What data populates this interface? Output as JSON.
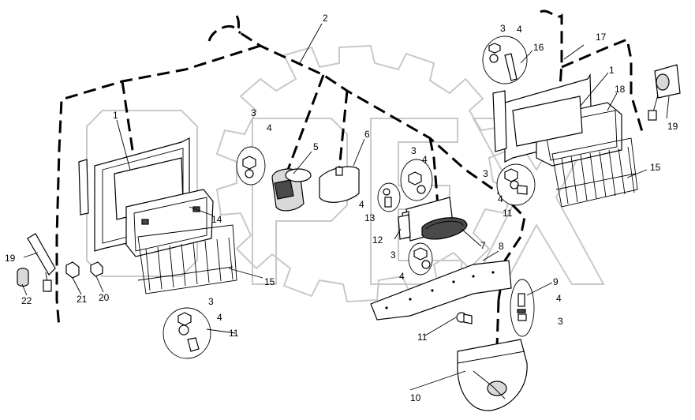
{
  "diagram": {
    "type": "exploded-parts-diagram",
    "watermark_text": "OPEX",
    "callouts": [
      {
        "id": "c1a",
        "label": "1"
      },
      {
        "id": "c1b",
        "label": "1"
      },
      {
        "id": "c2",
        "label": "2"
      },
      {
        "id": "c3a",
        "label": "3"
      },
      {
        "id": "c3b",
        "label": "3"
      },
      {
        "id": "c3c",
        "label": "3"
      },
      {
        "id": "c3d",
        "label": "3"
      },
      {
        "id": "c3e",
        "label": "3"
      },
      {
        "id": "c3f",
        "label": "3"
      },
      {
        "id": "c3g",
        "label": "3"
      },
      {
        "id": "c4a",
        "label": "4"
      },
      {
        "id": "c4b",
        "label": "4"
      },
      {
        "id": "c4c",
        "label": "4"
      },
      {
        "id": "c4d",
        "label": "4"
      },
      {
        "id": "c4e",
        "label": "4"
      },
      {
        "id": "c4f",
        "label": "4"
      },
      {
        "id": "c4g",
        "label": "4"
      },
      {
        "id": "c4h",
        "label": "4"
      },
      {
        "id": "c5",
        "label": "5"
      },
      {
        "id": "c6",
        "label": "6"
      },
      {
        "id": "c7",
        "label": "7"
      },
      {
        "id": "c8",
        "label": "8"
      },
      {
        "id": "c9",
        "label": "9"
      },
      {
        "id": "c10",
        "label": "10"
      },
      {
        "id": "c11a",
        "label": "11"
      },
      {
        "id": "c11b",
        "label": "11"
      },
      {
        "id": "c11c",
        "label": "11"
      },
      {
        "id": "c12",
        "label": "12"
      },
      {
        "id": "c13",
        "label": "13"
      },
      {
        "id": "c14",
        "label": "14"
      },
      {
        "id": "c15a",
        "label": "15"
      },
      {
        "id": "c15b",
        "label": "15"
      },
      {
        "id": "c16",
        "label": "16"
      },
      {
        "id": "c17",
        "label": "17"
      },
      {
        "id": "c18",
        "label": "18"
      },
      {
        "id": "c19a",
        "label": "19"
      },
      {
        "id": "c19b",
        "label": "19"
      },
      {
        "id": "c20",
        "label": "20"
      },
      {
        "id": "c21",
        "label": "21"
      },
      {
        "id": "c22",
        "label": "22"
      }
    ]
  }
}
